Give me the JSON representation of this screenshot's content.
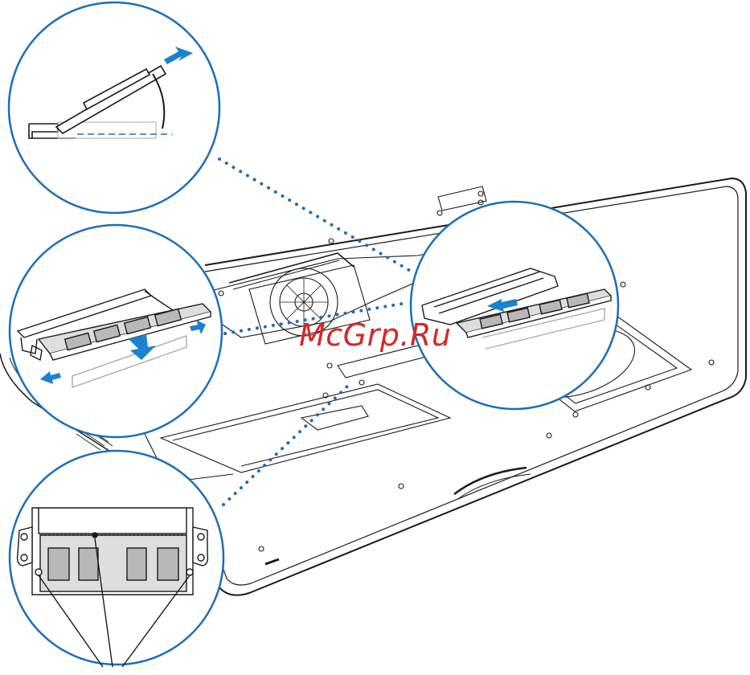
{
  "watermark": {
    "text": "McGrp.Ru",
    "color": "#d62828"
  },
  "colors": {
    "line": "#1a1a1a",
    "callout": "#1b6fb5",
    "arrow": "#1b82d0",
    "chip": "#b8b8b8",
    "board": "#dedede"
  },
  "callouts": [
    {
      "id": "insert-angle",
      "icon": "memory-insert-angle-icon"
    },
    {
      "id": "release-levers",
      "icon": "memory-release-levers-icon"
    },
    {
      "id": "installed-module",
      "icon": "memory-installed-icon"
    },
    {
      "id": "notch-alignment",
      "icon": "memory-notch-alignment-icon"
    }
  ]
}
